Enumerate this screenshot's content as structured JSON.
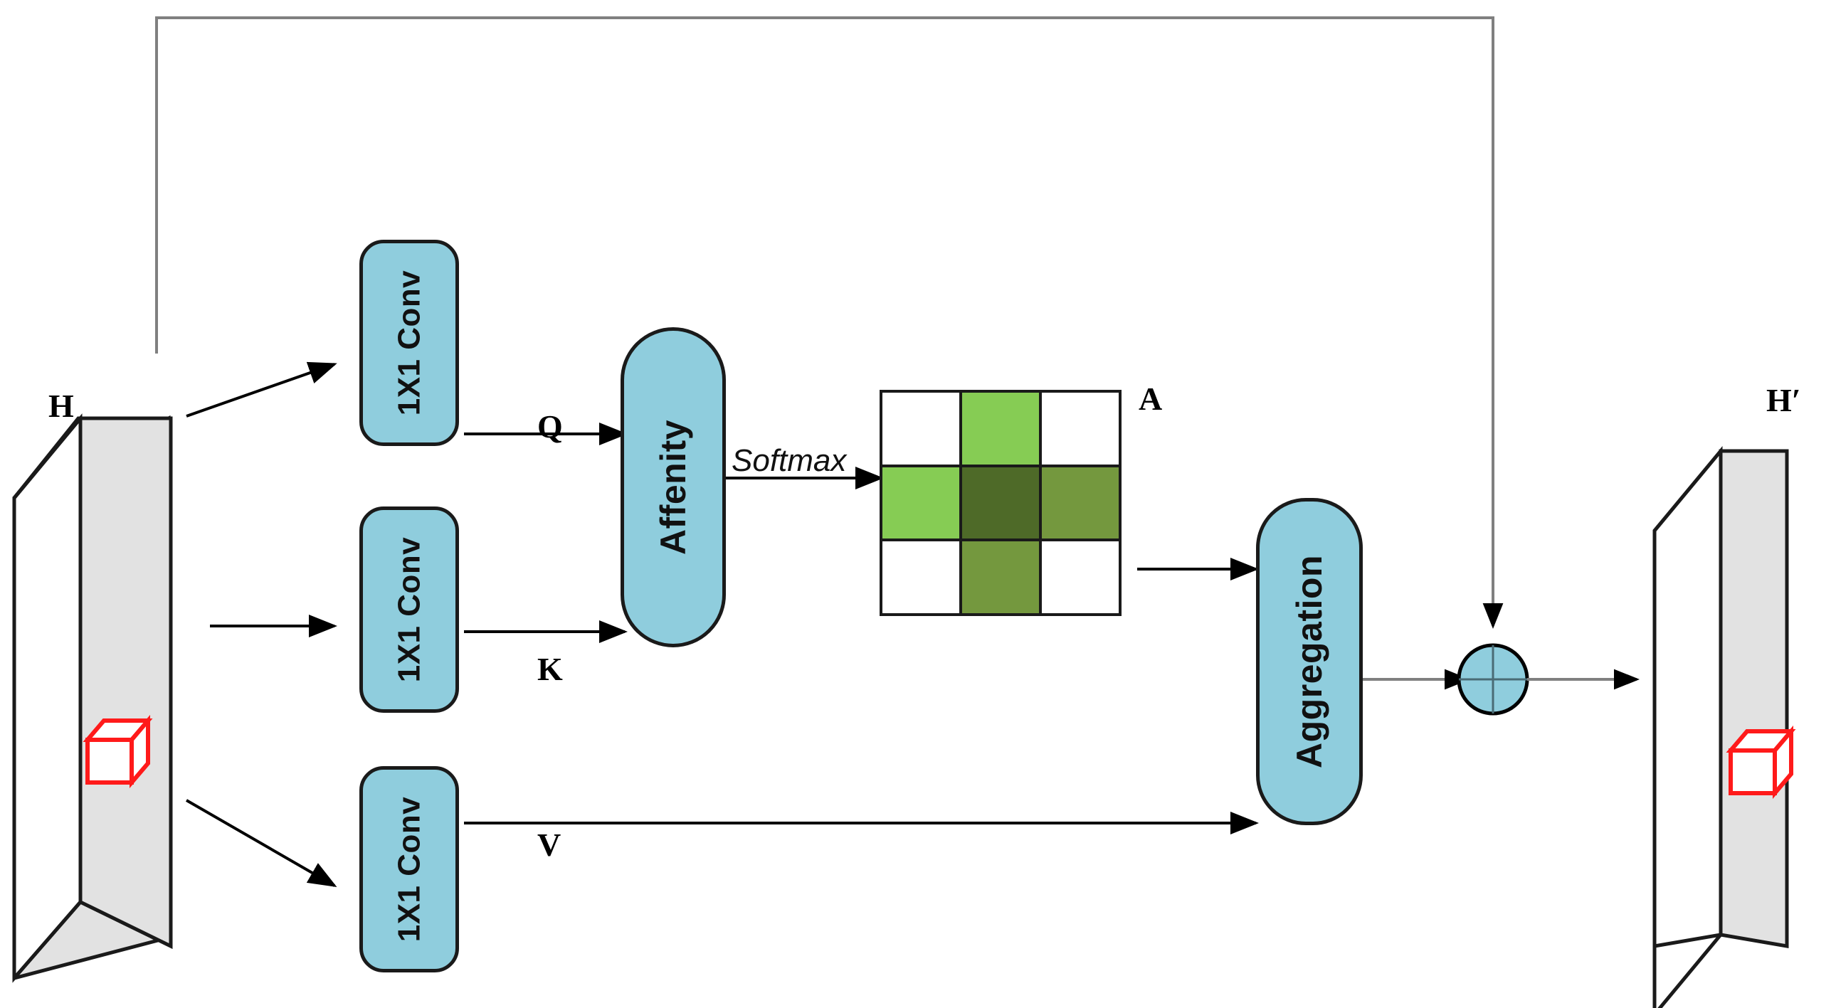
{
  "diagram": {
    "title": "Self-attention block (Criss-Cross style) with residual connection",
    "colors": {
      "box_fill": "#8FCDDD",
      "box_stroke": "#1a1a1a",
      "slab_front": "#E2E2E2",
      "slab_stroke": "#1a1a1a",
      "cube_red": "#FF1A1A",
      "matrix_light_green": "#86CC54",
      "matrix_dark_olive": "#4E6A28",
      "matrix_mid_olive": "#74983E",
      "arrow_black": "#000000",
      "residual_gray": "#808080"
    },
    "input": {
      "label": "H",
      "name": "input-feature-map"
    },
    "output": {
      "label": "H′",
      "name": "output-feature-map"
    },
    "blocks": [
      {
        "label": "1X1 Conv",
        "name": "conv-q"
      },
      {
        "label": "1X1 Conv",
        "name": "conv-k"
      },
      {
        "label": "1X1 Conv",
        "name": "conv-v"
      },
      {
        "label": "Affenity",
        "name": "affinity"
      },
      {
        "label": "Aggregation",
        "name": "aggregation"
      }
    ],
    "branch_labels": {
      "q": "Q",
      "k": "K",
      "v": "V"
    },
    "operation_labels": {
      "softmax": "Softmax",
      "attention_matrix": "A",
      "sum": "+"
    },
    "matrix_a": {
      "name": "attention-matrix",
      "rows": 3,
      "cols": 3,
      "cells": [
        [
          "#ffffff",
          "#86CC54",
          "#ffffff"
        ],
        [
          "#86CC54",
          "#4E6A28",
          "#74983E"
        ],
        [
          "#ffffff",
          "#74983E",
          "#ffffff"
        ]
      ]
    }
  }
}
